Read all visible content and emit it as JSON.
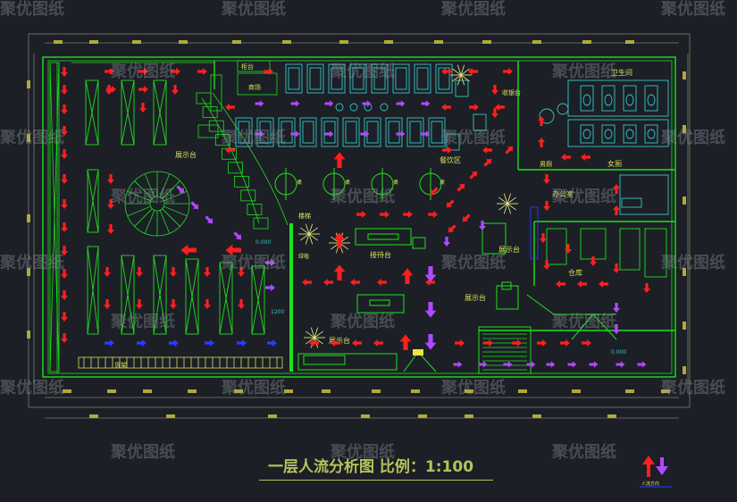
{
  "title": "一层人流分析图 比例：1:100",
  "watermark": "聚优图纸",
  "legend": {
    "label": "人流方向"
  },
  "rooms": {
    "display_top_left": "展示台",
    "display_center": "展示台",
    "display_right": "展示台",
    "display_bottom": "展示台",
    "dining_area": "餐饮区",
    "reception": "接待台",
    "restroom": "卫生间",
    "women": "女厕",
    "men": "男厕",
    "staff_room": "办公室",
    "storage": "仓库",
    "cashier": "收银台",
    "round_tables": [
      "桌",
      "桌",
      "桌",
      "桌"
    ],
    "counter": "柜台",
    "stair": "楼梯",
    "greens": "绿植",
    "shelf_label": "货架",
    "mall": "商场"
  },
  "dims": [
    "1200",
    "0.000",
    "0.000"
  ],
  "colors": {
    "frame": "#1fe01f",
    "furniture": "#36c6c6",
    "arrow_red": "#ff1f1f",
    "arrow_purple": "#b04aff",
    "arrow_blue": "#2a3cff",
    "text": "#d8e05a",
    "dim": "#c9c45a"
  }
}
